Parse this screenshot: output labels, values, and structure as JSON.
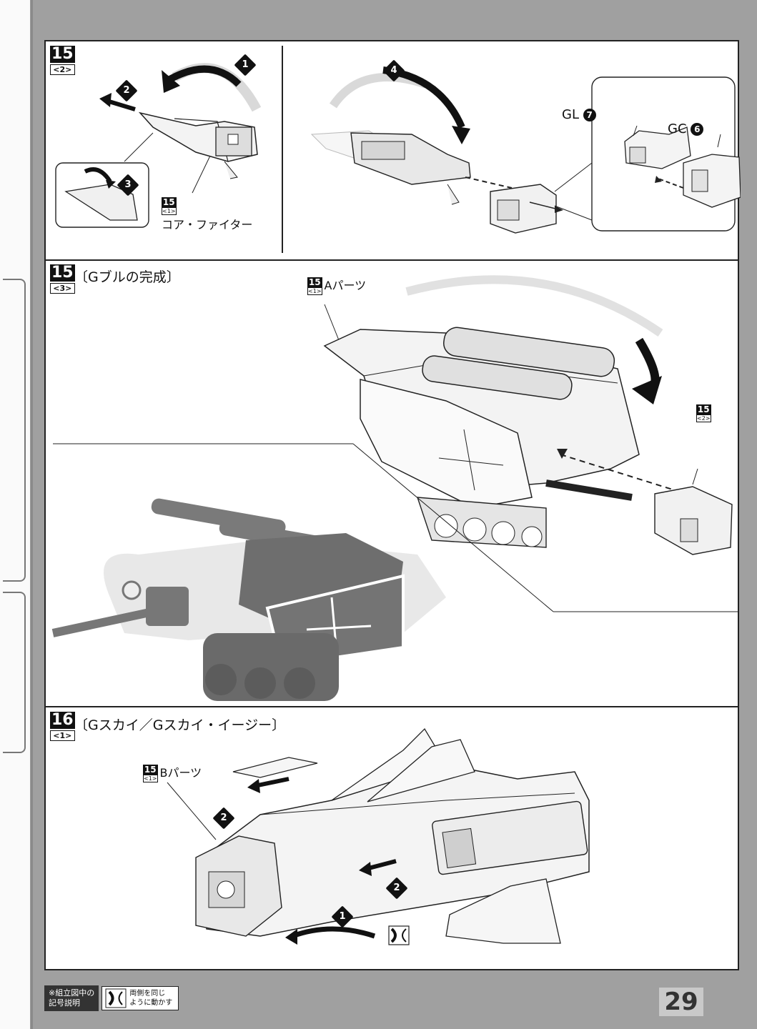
{
  "steps": {
    "s15_2": {
      "num": "15",
      "sub": "<2>"
    },
    "s15_3": {
      "num": "15",
      "sub": "<3>",
      "title": "〔Gブルの完成〕"
    },
    "s16_1": {
      "num": "16",
      "sub": "<1>",
      "title": "〔Gスカイ／Gスカイ・イージー〕"
    }
  },
  "labels": {
    "core_fighter": "コア・ファイター",
    "gl": "GL",
    "gl_num": "7",
    "gc": "GC",
    "gc_num": "6",
    "a_parts": "Aパーツ",
    "b_parts": "Bパーツ",
    "ref_15": "15",
    "ref_sub1": "<1>",
    "ref_sub2": "<2>"
  },
  "markers": [
    "1",
    "2",
    "3",
    "4"
  ],
  "legend": {
    "title_line1": "※組立図中の",
    "title_line2": "記号説明",
    "desc_line1": "両側を同じ",
    "desc_line2": "ように動かす"
  },
  "page_number": "29"
}
